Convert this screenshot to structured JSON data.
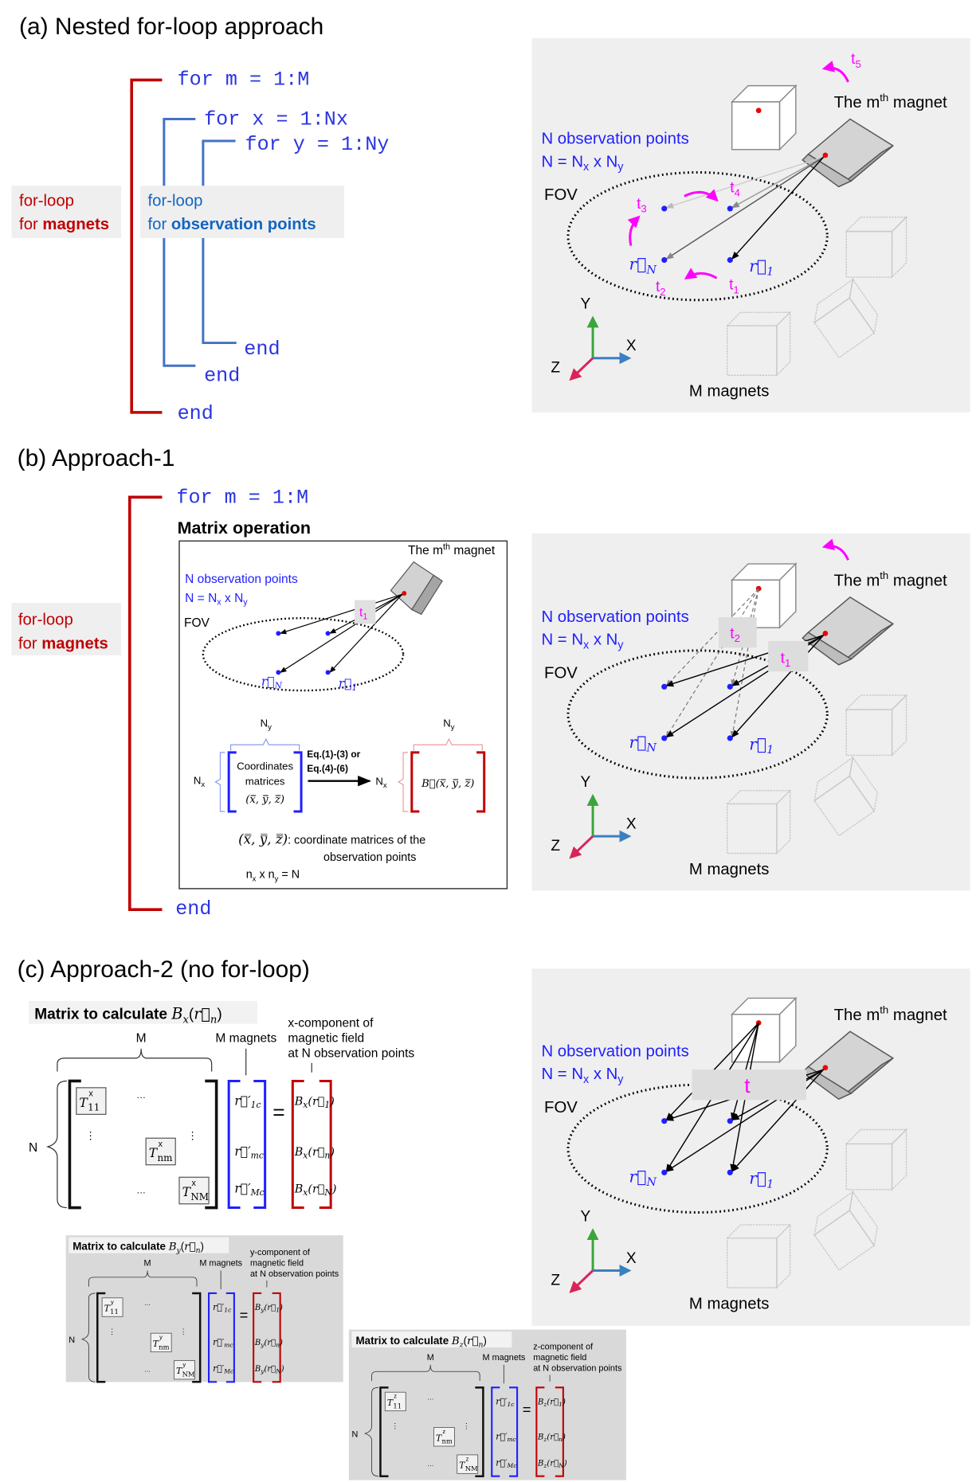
{
  "colors": {
    "code_blue": "#2b35e0",
    "loop_red": "#c00000",
    "bracket_blue": "#4472c4",
    "label_blue": "#1f1fff",
    "magenta": "#ff00ff",
    "panel_bg": "#efefef",
    "axis_x": "#3c7fc0",
    "axis_y": "#3aa53a",
    "axis_z": "#d8245a"
  },
  "section_a": {
    "title": "(a) Nested for-loop approach",
    "code": {
      "for_m": "for m = 1:M",
      "for_x": "for x = 1:Nx",
      "for_y": "for y = 1:Ny",
      "end_y": "end",
      "end_x": "end",
      "end_m": "end"
    },
    "label_magnets": {
      "line1": "for-loop",
      "line2_prefix": "for ",
      "line2_bold": "magnets"
    },
    "label_points": {
      "line1": "for-loop",
      "line2_prefix": "for ",
      "line2_bold": "observation points"
    },
    "t_labels": {
      "t1": "t",
      "t1_sub": "1",
      "t2": "t",
      "t2_sub": "2",
      "t3": "t",
      "t3_sub": "3",
      "t4": "t",
      "t4_sub": "4",
      "t5": "t",
      "t5_sub": "5"
    }
  },
  "section_b": {
    "title": "(b) Approach-1",
    "code": {
      "for_m": "for m = 1:M",
      "end_m": "end"
    },
    "matrix_operation": "Matrix operation",
    "label_magnets": {
      "line1": "for-loop",
      "line2_prefix": "for ",
      "line2_bold": "magnets"
    },
    "t_labels": {
      "t1": "t",
      "t1_sub": "1",
      "t2": "t",
      "t2_sub": "2"
    },
    "inset": {
      "magnet_label": {
        "pre": "The m",
        "sup": "th",
        "post": " magnet"
      },
      "obs_points": "N observation points",
      "n_eq": {
        "a": "N = N",
        "s1": "x",
        "b": " x N",
        "s2": "y"
      },
      "fov": "FOV",
      "t1": "t",
      "t1_sub": "1",
      "ny": "N",
      "ny_sub": "y",
      "nx": "N",
      "nx_sub": "x",
      "coords_line1": "Coordinates",
      "coords_line2": "matrices",
      "coords_line3": "(x̿, y̿, z̿)",
      "eq_line1": "Eq.(1)-(3) or",
      "eq_line2": "Eq.(4)-(6)",
      "b_field": "B⃗(x̿, y̿, z̿)",
      "legend_symbol": "(x̿, y̿, z̿)",
      "legend_line1": ": coordinate matrices of the",
      "legend_line2": "observation points",
      "n_product": {
        "a": "n",
        "s1": "x",
        "b": " x n",
        "s2": "y",
        "c": " = N"
      }
    }
  },
  "section_c": {
    "title": "(c) Approach-2 (no for-loop)",
    "t_label": "t",
    "blocks": [
      {
        "title": "Matrix to calculate ",
        "comp": "x",
        "m_label": "M",
        "n_label": "N",
        "magnets_label": "M magnets",
        "note": [
          "x-component of",
          "magnetic field",
          "at N observation points"
        ],
        "dots": "…",
        "vdots": "⋮"
      },
      {
        "title": "Matrix to calculate ",
        "comp": "y",
        "m_label": "M",
        "n_label": "N",
        "magnets_label": "M magnets",
        "note": [
          "y-component of",
          "magnetic field",
          "at N observation points"
        ],
        "dots": "…",
        "vdots": "⋮"
      },
      {
        "title": "Matrix to calculate ",
        "comp": "z",
        "m_label": "M",
        "n_label": "N",
        "magnets_label": "M magnets",
        "note": [
          "z-component of",
          "magnetic field",
          "at N observation points"
        ],
        "dots": "…",
        "vdots": "⋮"
      }
    ],
    "matrix_symbols": {
      "T": "T",
      "T_subs": [
        "11",
        "nm",
        "NM"
      ],
      "r": "r⃗′",
      "r_subs": [
        "1c",
        "mc",
        "Mc"
      ],
      "B": "B",
      "B_args": [
        "1",
        "n",
        "N"
      ],
      "rvec": "r⃗",
      "equals": "=",
      "n_sub": "n"
    }
  },
  "panel": {
    "obs_points": "N observation points",
    "n_eq": {
      "a": "N = N",
      "s1": "x",
      "b": " x N",
      "s2": "y"
    },
    "fov": "FOV",
    "magnet_label": {
      "pre": "The m",
      "sup": "th",
      "post": " magnet"
    },
    "m_magnets": "M magnets",
    "axes": {
      "x": "X",
      "y": "Y",
      "z": "Z"
    },
    "r_symbol": "r⃗",
    "r_sub_N": "N",
    "r_sub_1": "1"
  }
}
